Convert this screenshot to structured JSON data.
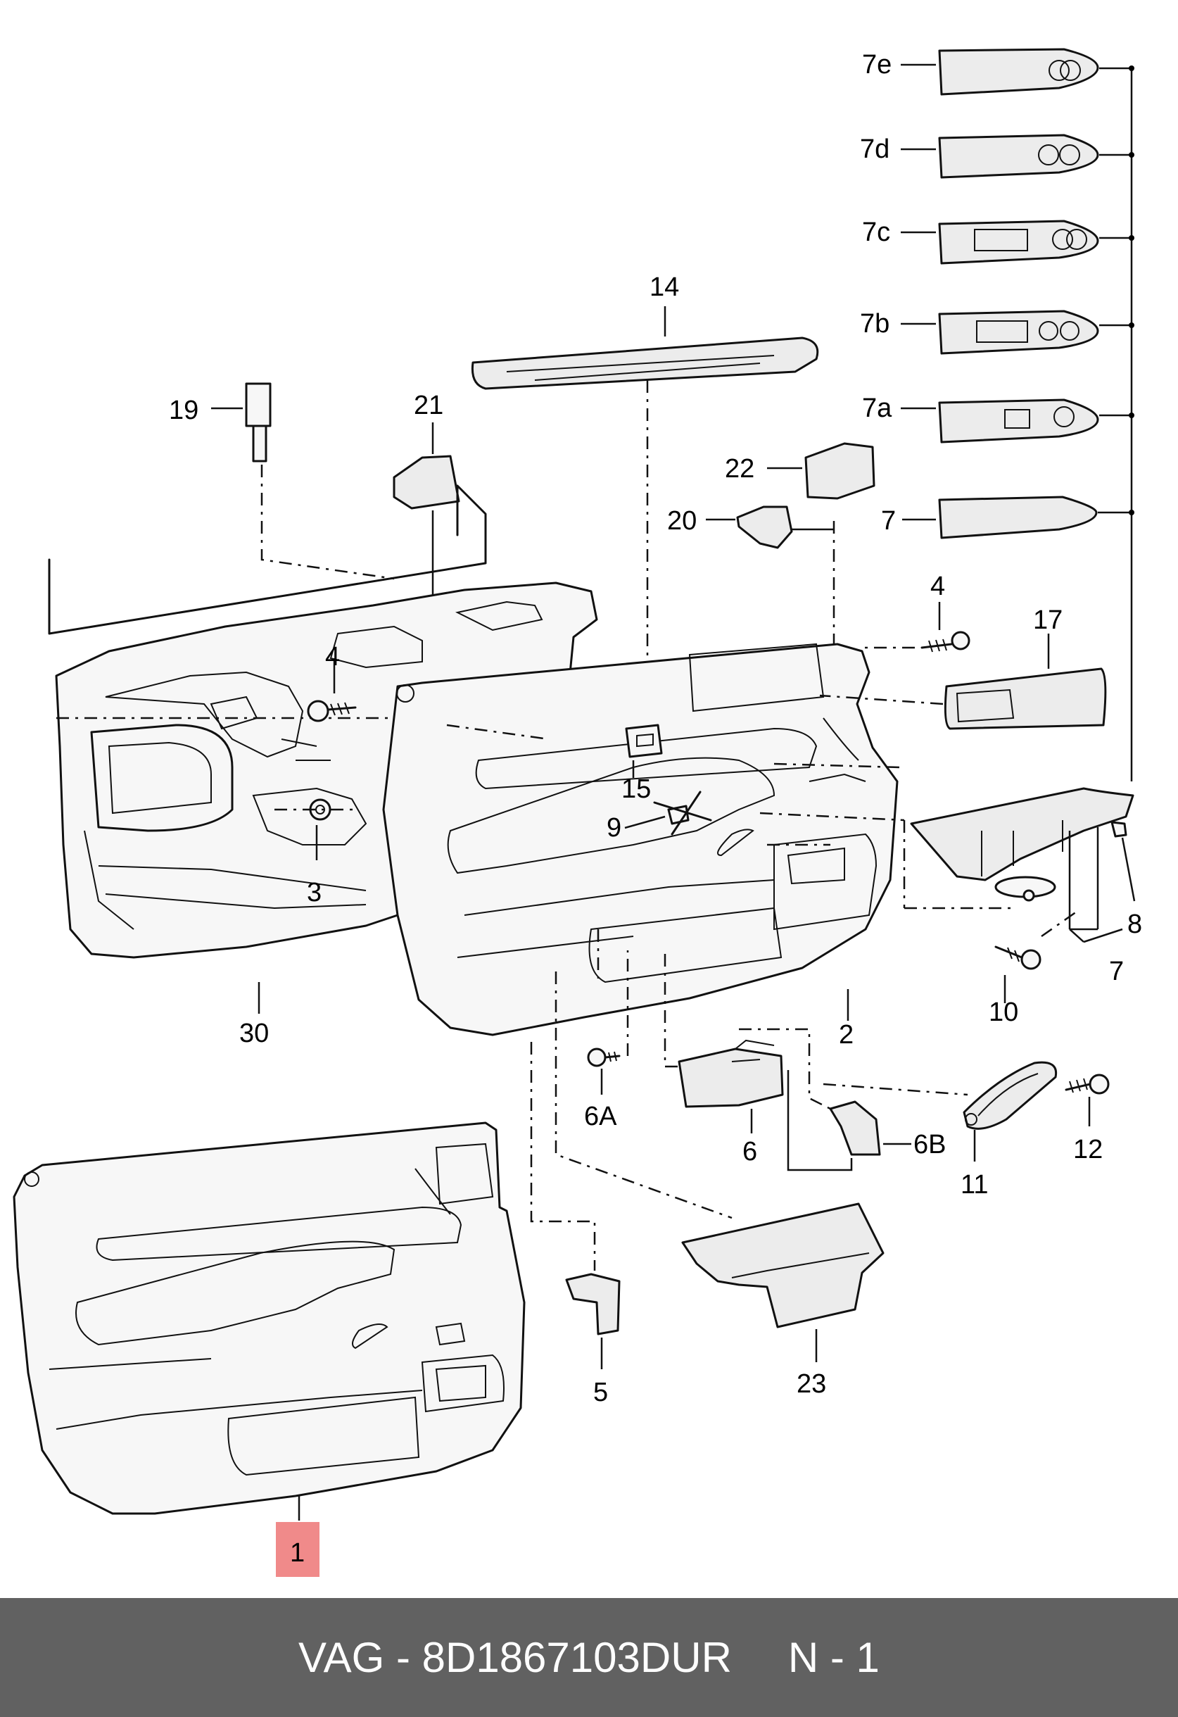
{
  "labels": {
    "l7e": "7e",
    "l7d": "7d",
    "l7c": "7c",
    "l7b": "7b",
    "l7a": "7a",
    "l7": "7",
    "l14": "14",
    "l19": "19",
    "l21": "21",
    "l22": "22",
    "l20": "20",
    "l4a": "4",
    "l4b": "4",
    "l17": "17",
    "l15": "15",
    "l9": "9",
    "l3": "3",
    "l30": "30",
    "l2": "2",
    "l8": "8",
    "l7g": "7",
    "l10": "10",
    "l6A": "6A",
    "l6": "6",
    "l6B": "6B",
    "l11": "11",
    "l12": "12",
    "l5": "5",
    "l23": "23",
    "l1": "1"
  },
  "highlight_color": "#f08a8a",
  "footer": {
    "part_text": "VAG - 8D1867103DUR",
    "qty_text": "N - 1",
    "background": "#616161"
  }
}
